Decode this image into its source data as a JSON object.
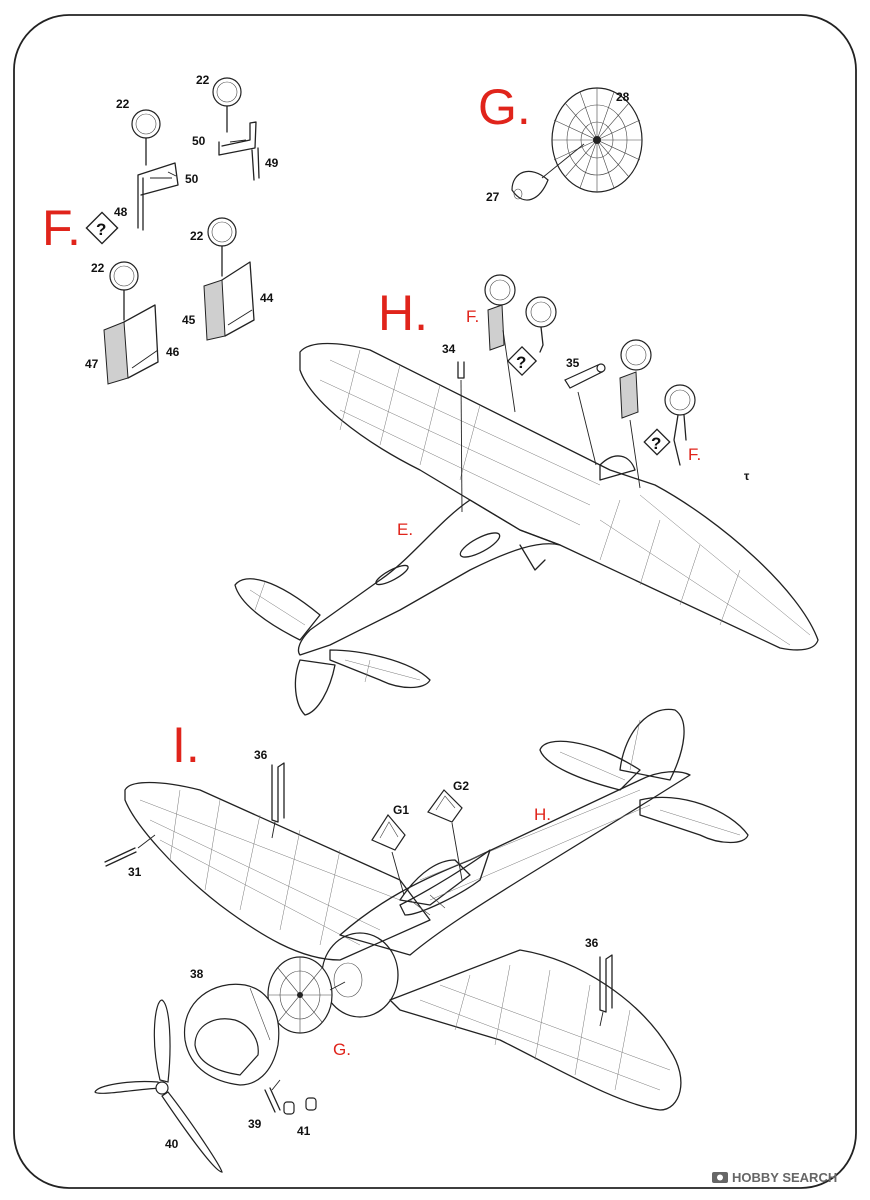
{
  "steps": {
    "f": "F.",
    "g": "G.",
    "h": "H.",
    "i": "I."
  },
  "refs": {
    "h_f1": "F.",
    "h_f2": "F.",
    "h_e": "E.",
    "i_h": "H.",
    "i_g": "G."
  },
  "parts": {
    "p22": "22",
    "p48": "48",
    "p50": "50",
    "p49": "49",
    "p47": "47",
    "p46": "46",
    "p45": "45",
    "p44": "44",
    "p27": "27",
    "p28": "28",
    "p34": "34",
    "p35": "35",
    "p36": "36",
    "p31": "31",
    "g1": "G1",
    "g2": "G2",
    "p38": "38",
    "p39": "39",
    "p40": "40",
    "p41": "41"
  },
  "question_mark": "?",
  "stray_mark": "τ",
  "watermark": {
    "brand": "HOBBY SEARCH",
    "icon": "camera-icon"
  },
  "colors": {
    "step_red": "#e0241b",
    "line": "#222222"
  }
}
